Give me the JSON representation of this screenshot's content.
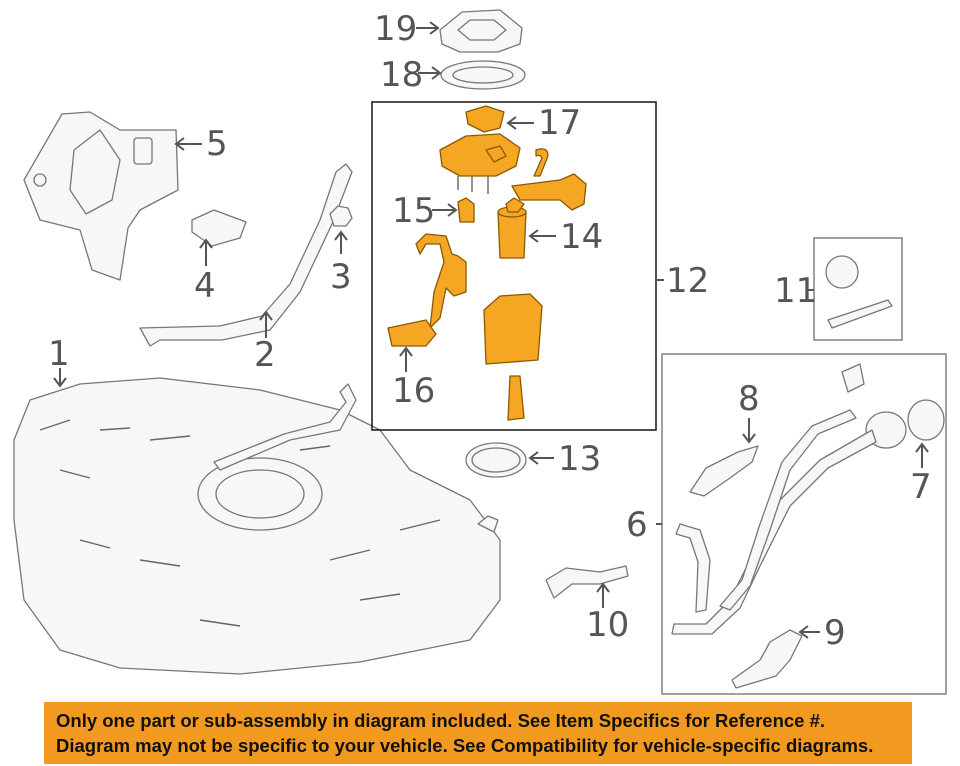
{
  "callouts": {
    "c1": "1",
    "c2": "2",
    "c3": "3",
    "c4": "4",
    "c5": "5",
    "c6": "6",
    "c7": "7",
    "c8": "8",
    "c9": "9",
    "c10": "10",
    "c11": "11",
    "c12": "12",
    "c13": "13",
    "c14": "14",
    "c15": "15",
    "c16": "16",
    "c17": "17",
    "c18": "18",
    "c19": "19"
  },
  "notice": {
    "line1": "Only one part or sub-assembly in diagram included. See Item Specifics for Reference #.",
    "line2": "Diagram may not be specific to your vehicle. See Compatibility for vehicle-specific diagrams."
  },
  "colors": {
    "highlight": "#f5a623",
    "banner": "#f29a1f",
    "line": "#666666"
  }
}
